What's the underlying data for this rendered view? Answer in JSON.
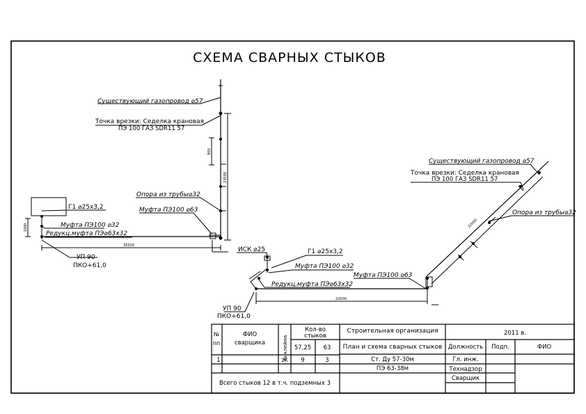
{
  "title": "СХЕМА СВАРНЫХ СТЫКОВ",
  "left": {
    "existing_pipe": "Существующий газопровод ⌀57",
    "tap_point_1": "Точка врезки: Седелка крановая",
    "tap_point_2": "ПЭ 100 ГАЗ SDR11 57",
    "dim_a": "900",
    "dim_b": "23500",
    "support": "Опора из трубы⌀32",
    "coupling_63": "Муфта ПЭ100 ⌀63",
    "g1": "Г1 ⌀25х3,2",
    "coupling_32": "Муфта ПЭ100 ⌀32",
    "reducer": "Редукц.муфта ПЭ⌀63х32",
    "dim_h": "35500",
    "dim_small": "1000",
    "up": "УП 90",
    "pko": "ПКО+61,0"
  },
  "right": {
    "existing_pipe": "Существующий газопровод ⌀57",
    "tap_point_1": "Точка врезки: Седелка крановая",
    "tap_point_2": "ПЭ 100 ГАЗ SDR11 57",
    "support": "Опора из трубы⌀32",
    "isk": "ИСК ⌀25",
    "g1": "Г1 ⌀25х3,2",
    "coupling_32": "Муфта ПЭ100 ⌀32",
    "coupling_63": "Муфта ПЭ100 ⌀63",
    "reducer": "Редукц.муфта ПЭ⌀63х32",
    "dim_diag": "22000",
    "dim_h": "22000",
    "up": "УП 90",
    "pko": "ПКО+61,0"
  },
  "stamp": {
    "no": "№",
    "pp": "пп",
    "fio": "ФИО",
    "welder": "сварщика",
    "klejmo": "№ клейма",
    "qty": "Кол-во",
    "joints": "стыков",
    "d1": "57,25",
    "d2": "63",
    "org": "Строительная организация",
    "plan": "План и схема сварных стыков",
    "year": "2011 в.",
    "position": "Должность",
    "sign": "Подп.",
    "fio2": "ФИО",
    "row_no": "1",
    "row_mark": "2К",
    "row_v1": "9",
    "row_v2": "3",
    "st": "Ст. Ду 57-30м",
    "pe": "ПЭ 63-38м",
    "chief": "Гл. инж.",
    "tech": "Технадзор",
    "welder2": "Сварщик",
    "total": "Всего стыков 12 в т.ч. подземных 3"
  }
}
